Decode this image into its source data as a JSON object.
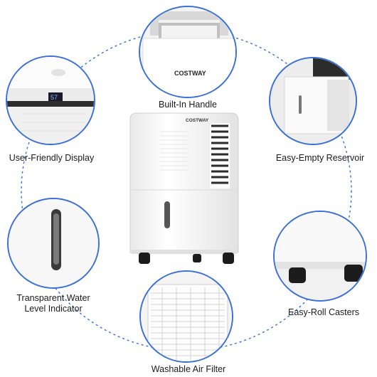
{
  "features": {
    "handle": {
      "label": "Built-In Handle",
      "brand": "COSTWAY"
    },
    "display": {
      "label": "User-Friendly Display",
      "readout": "57"
    },
    "reservoir": {
      "label": "Easy-Empty Reservoir"
    },
    "water_level": {
      "label_line1": "Transparent Water",
      "label_line2": "Level Indicator"
    },
    "casters": {
      "label": "Easy-Roll Casters"
    },
    "filter": {
      "label": "Washable Air Filter"
    }
  },
  "product": {
    "brand": "COSTWAY"
  },
  "colors": {
    "accent_border": "#3a6fd8",
    "dashed_ring": "#3a6fd8",
    "unit_body": "#f7f7f7",
    "wheel": "#1c1c1c"
  }
}
